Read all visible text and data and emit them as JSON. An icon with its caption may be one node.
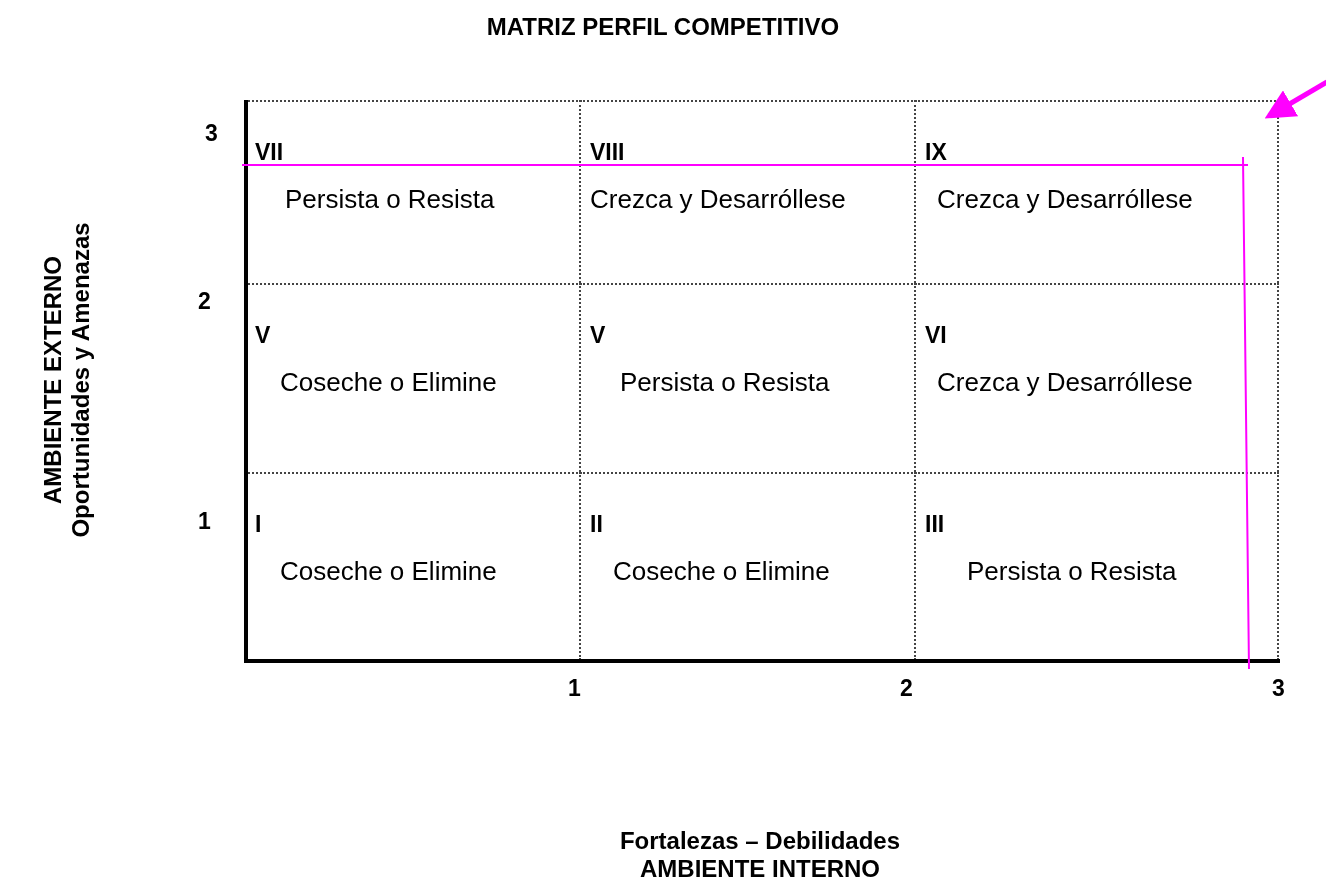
{
  "diagram": {
    "title": "MATRIZ PERFIL COMPETITIVO",
    "nodes": [
      {
        "text": [
          "VII",
          "Persista o Resista"
        ]
      },
      {
        "text": [
          "VIII",
          "Crezca y Desarróllese"
        ]
      },
      {
        "text": [
          "IX",
          "Crezca y Desarróllese"
        ]
      },
      {
        "text": [
          "V",
          "Coseche o Elimine"
        ]
      },
      {
        "text": [
          "V",
          "Persista o Resista"
        ]
      },
      {
        "text": [
          "VI",
          "Crezca y Desarróllese"
        ]
      },
      {
        "text": [
          "I",
          "Coseche o Elimine"
        ]
      },
      {
        "text": [
          "II",
          "Coseche o Elimine"
        ]
      },
      {
        "text": [
          "III",
          "Persista o Resista"
        ]
      }
    ],
    "edges": [
      {
        "from": null,
        "to": 2,
        "arrow": "to",
        "color": "#ff00ff"
      }
    ],
    "labels": [
      "3",
      "2",
      "1",
      "AMBIENTE EXTERNO",
      "Oportunidades y Amenazas",
      "1",
      "2",
      "3",
      "Fortalezas – Debilidades",
      "AMBIENTE INTERNO"
    ]
  }
}
